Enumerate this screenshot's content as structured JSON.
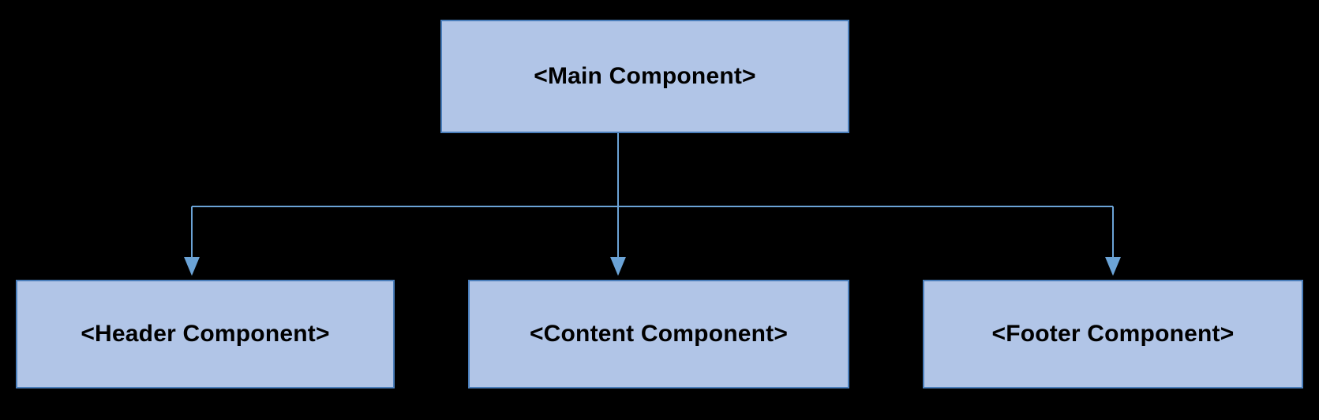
{
  "diagram": {
    "type": "component-hierarchy-tree",
    "background_color": "#000000",
    "node_fill_color": "#b1c5e7",
    "node_border_color": "#4a7ebb",
    "connector_color": "#6ba3d6",
    "label_color": "#000000",
    "root": {
      "id": "main",
      "label": "<Main Component>"
    },
    "children": [
      {
        "id": "header",
        "label": "<Header Component>"
      },
      {
        "id": "content",
        "label": "<Content Component>"
      },
      {
        "id": "footer",
        "label": "<Footer Component>"
      }
    ],
    "edges": [
      {
        "from": "main",
        "to": "header",
        "style": "orthogonal-arrow"
      },
      {
        "from": "main",
        "to": "content",
        "style": "straight-arrow"
      },
      {
        "from": "main",
        "to": "footer",
        "style": "orthogonal-arrow"
      }
    ]
  }
}
